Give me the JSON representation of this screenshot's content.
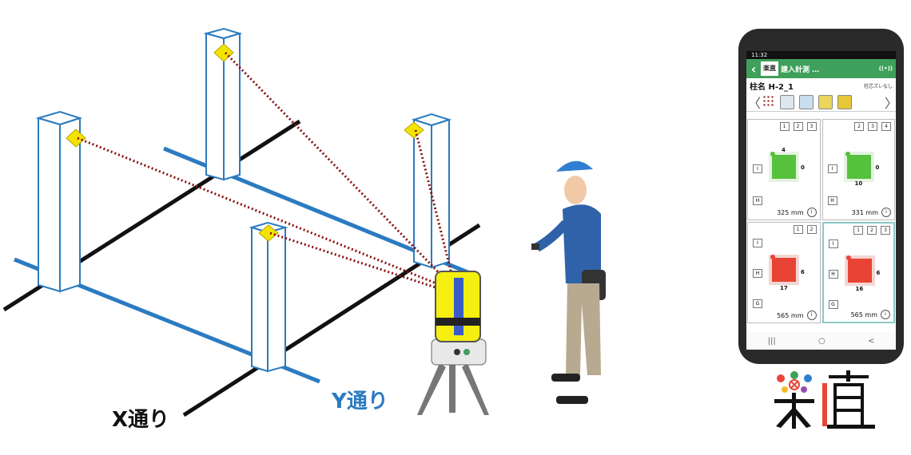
{
  "scene": {
    "x_axis_label": "X通り",
    "y_axis_label": "Y通り",
    "colors": {
      "x_line": "#111111",
      "y_line": "#2b7bc0",
      "sight_line": "#8a1010",
      "target": "#f3e400",
      "instrument": "#f4ef10"
    }
  },
  "phone": {
    "status_time": "11:32",
    "app_logo": "楽直",
    "app_title": "建入計測 …",
    "column_name": "柱名 H-2_1",
    "column_flag": "柱芯ズレなし",
    "cells": [
      {
        "nums": [
          "1",
          "2",
          "3"
        ],
        "side_top": "I",
        "side_bottom": "H",
        "top": "4",
        "right": "0",
        "bottom": "",
        "distance": "325 mm",
        "state": "green"
      },
      {
        "nums": [
          "2",
          "3",
          "4"
        ],
        "side_top": "I",
        "side_bottom": "H",
        "top": "",
        "right": "0",
        "bottom": "10",
        "distance": "331 mm",
        "state": "green"
      },
      {
        "nums": [
          "1",
          "2"
        ],
        "side_top": "I",
        "side_mid": "H",
        "side_bottom": "G",
        "top": "",
        "right": "6",
        "bottom": "17",
        "distance": "565 mm",
        "state": "red"
      },
      {
        "nums": [
          "1",
          "2",
          "3"
        ],
        "side_top": "I",
        "side_mid": "H",
        "side_bottom": "G",
        "top": "",
        "right": "6",
        "bottom": "16",
        "distance": "565 mm",
        "state": "red",
        "selected": true
      }
    ],
    "info_glyph": "i",
    "nav": {
      "recents": "|||",
      "home": "○",
      "back": "<"
    }
  },
  "brand": {
    "logo_text": "楽直"
  }
}
